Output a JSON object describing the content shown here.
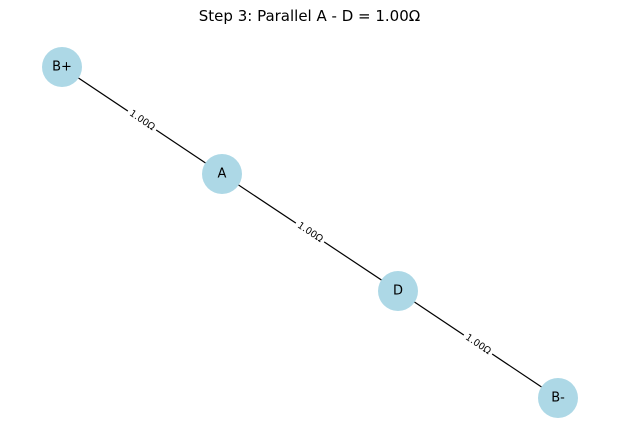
{
  "title": "Step 3: Parallel A - D = 1.00Ω",
  "colors": {
    "node_fill": "#add8e6",
    "edge": "#000000",
    "label": "#000000",
    "background": "#ffffff"
  },
  "graph": {
    "nodes": [
      {
        "id": "bplus",
        "label": "B+"
      },
      {
        "id": "a",
        "label": "A"
      },
      {
        "id": "d",
        "label": "D"
      },
      {
        "id": "bminus",
        "label": "B-"
      }
    ],
    "edges": [
      {
        "id": "bplus-a",
        "from": "bplus",
        "to": "a",
        "label": "1.00Ω"
      },
      {
        "id": "a-d",
        "from": "a",
        "to": "d",
        "label": "1.00Ω"
      },
      {
        "id": "d-bminus",
        "from": "d",
        "to": "bminus",
        "label": "1.00Ω"
      }
    ]
  }
}
